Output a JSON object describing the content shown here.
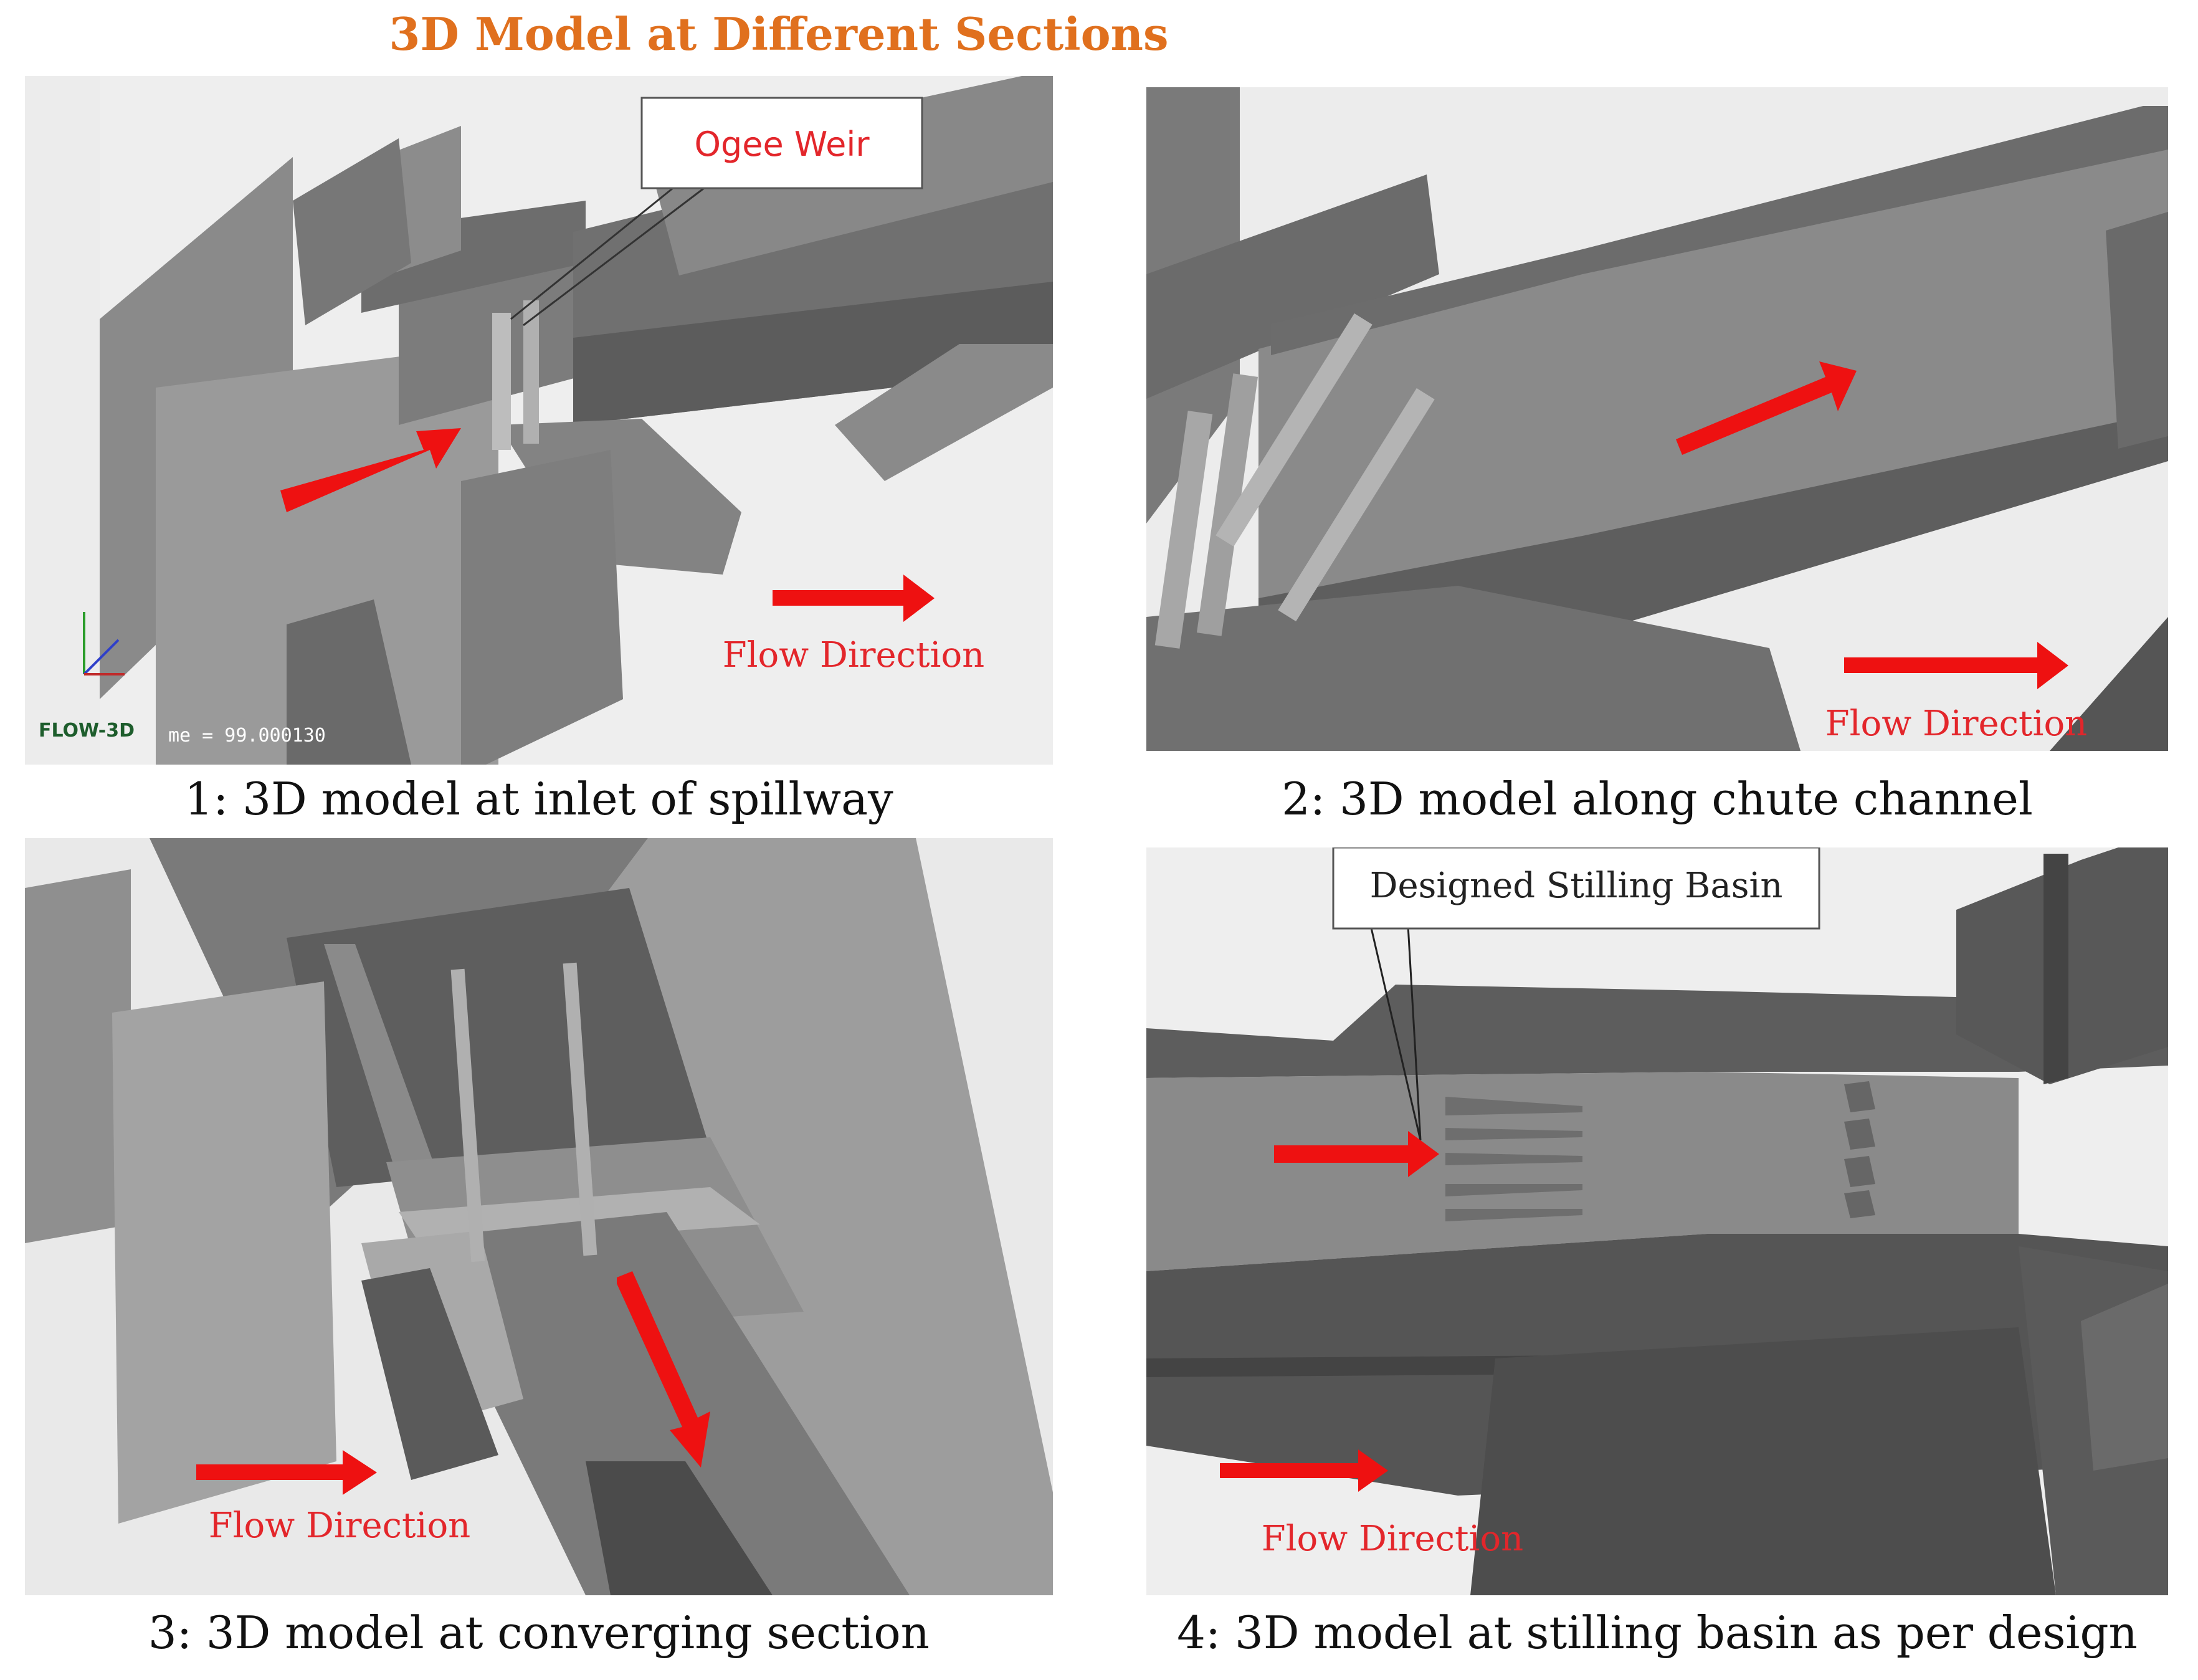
{
  "title": "3D Model at Different Sections",
  "colors": {
    "title": "#e0701e",
    "arrow": "#ee1111",
    "label": "#e3262b"
  },
  "panels": [
    {
      "caption": "1: 3D model at inlet of spillway",
      "callout": "Ogee Weir",
      "flow_label": "Flow Direction",
      "logo": "FLOW-3D",
      "hud_text": "me = 99.000130"
    },
    {
      "caption": "2: 3D model along chute channel",
      "flow_label": "Flow Direction"
    },
    {
      "caption": "3: 3D model at converging section",
      "flow_label": "Flow Direction"
    },
    {
      "caption": "4: 3D model at stilling basin as per design",
      "callout": "Designed Stilling Basin",
      "flow_label": "Flow Direction"
    }
  ]
}
